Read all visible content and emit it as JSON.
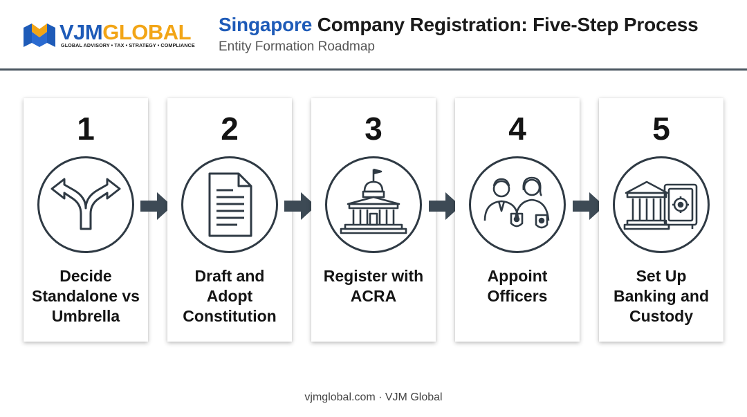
{
  "header": {
    "logo_word_vjm": "VJM",
    "logo_word_global": "GLOBAL",
    "logo_tagline": "GLOBAL ADVISORY • TAX • STRATEGY • COMPLIANCE",
    "title_accent": "Singapore",
    "title_rest": " Company Registration: Five-Step Process",
    "subtitle": "Entity Formation Roadmap"
  },
  "steps": [
    {
      "number": "1",
      "label": "Decide Standalone vs Umbrella",
      "icon": "split-arrows-icon"
    },
    {
      "number": "2",
      "label": "Draft and Adopt Constitution",
      "icon": "document-icon"
    },
    {
      "number": "3",
      "label": "Register with ACRA",
      "icon": "government-building-icon"
    },
    {
      "number": "4",
      "label": "Appoint Officers",
      "icon": "officers-icon"
    },
    {
      "number": "5",
      "label": "Set Up Banking and Custody",
      "icon": "bank-vault-icon"
    }
  ],
  "footer": "vjmglobal.com · VJM Global",
  "colors": {
    "accent": "#1e5bb8",
    "logo_gold": "#f2a516",
    "icon_stroke": "#2f3a44",
    "arrow": "#3d4a55"
  }
}
